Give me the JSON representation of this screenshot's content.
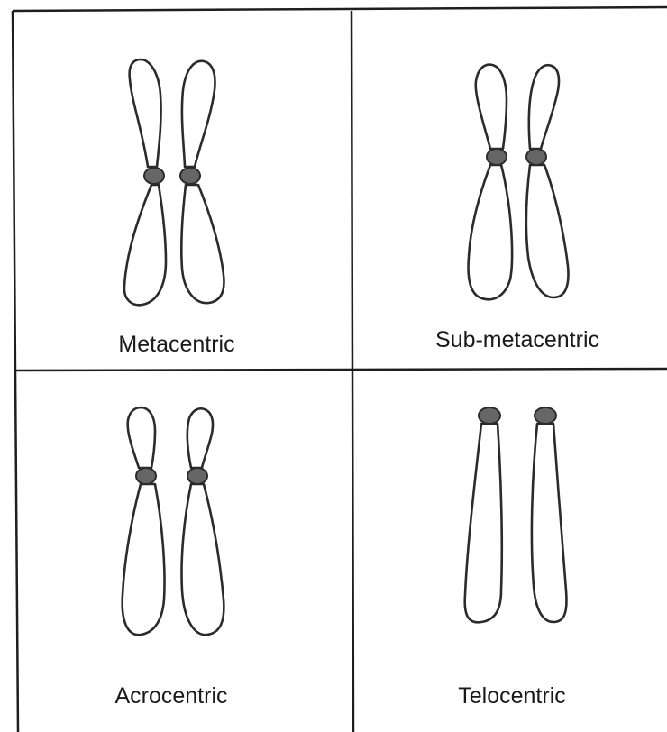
{
  "panels": {
    "metacentric": {
      "label": "Metacentric"
    },
    "submetacentric": {
      "label": "Sub-metacentric"
    },
    "acrocentric": {
      "label": "Acrocentric"
    },
    "telocentric": {
      "label": "Telocentric"
    }
  },
  "colors": {
    "outline": "#2b2b2b",
    "centromere": "#666666",
    "background": "#ffffff"
  }
}
